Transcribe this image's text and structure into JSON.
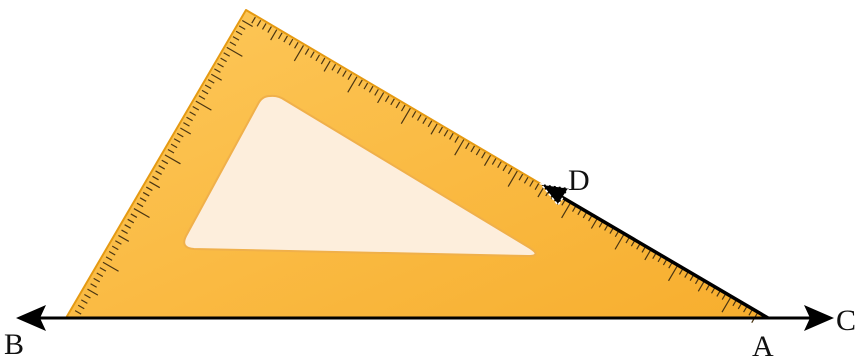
{
  "points": {
    "A": "A",
    "B": "B",
    "C": "C",
    "D": "D"
  },
  "colors": {
    "ruler_fill": "#FBB83A",
    "ruler_edge": "#E59A12",
    "cutout_fill": "#FDEEDC",
    "tick": "#4A3512",
    "line": "#000000"
  }
}
